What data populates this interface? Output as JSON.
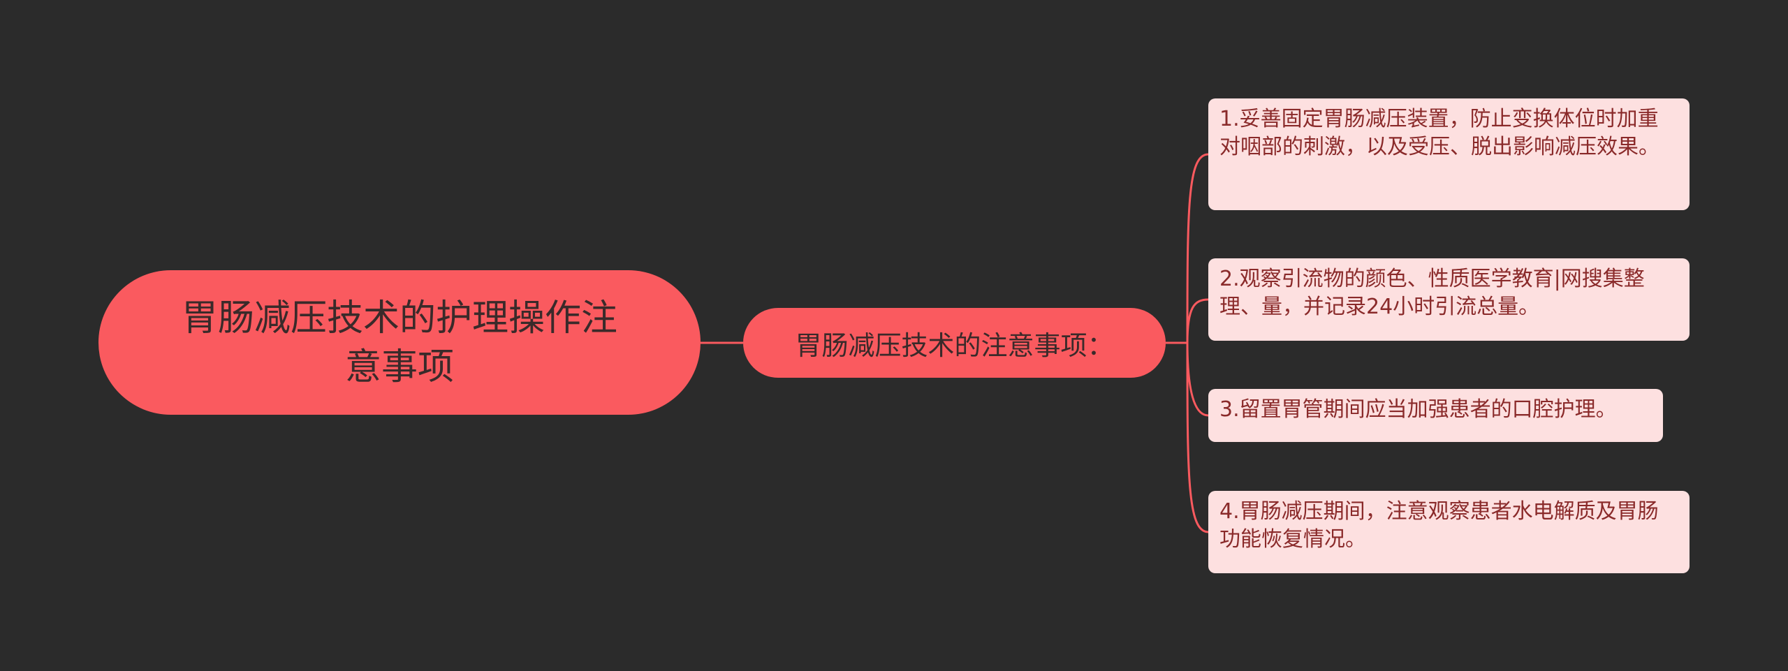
{
  "mindmap": {
    "root": {
      "text": "胃肠减压技术的护理操作注意事项"
    },
    "branch": {
      "text": "胃肠减压技术的注意事项："
    },
    "leaves": [
      {
        "text": "1.妥善固定胃肠减压装置，防止变换体位时加重对咽部的刺激，以及受压、脱出影响减压效果。"
      },
      {
        "text": "2.观察引流物的颜色、性质医学教育|网搜集整理、量，并记录24小时引流总量。"
      },
      {
        "text": "3.留置胃管期间应当加强患者的口腔护理。"
      },
      {
        "text": "4.胃肠减压期间，注意观察患者水电解质及胃肠功能恢复情况。"
      }
    ]
  },
  "colors": {
    "background": "#2b2b2b",
    "node_fill": "#fa5a5f",
    "leaf_fill": "#fde0e0",
    "leaf_text": "#8a2a2a",
    "connector": "#fa5a5f"
  }
}
